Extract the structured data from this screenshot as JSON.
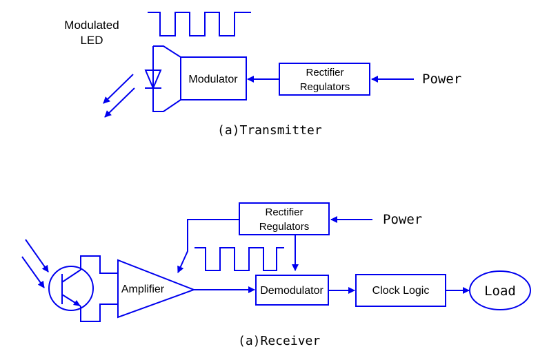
{
  "transmitter": {
    "led_label_line1": "Modulated",
    "led_label_line2": "LED",
    "modulator": "Modulator",
    "rectifier_line1": "Rectifier",
    "rectifier_line2": "Regulators",
    "power": "Power",
    "caption": "(a)Transmitter"
  },
  "receiver": {
    "rectifier_line1": "Rectifier",
    "rectifier_line2": "Regulators",
    "power": "Power",
    "amplifier": "Amplifier",
    "demodulator": "Demodulator",
    "clock_logic": "Clock Logic",
    "load": "Load",
    "caption": "(a)Receiver"
  },
  "colors": {
    "wire": "#0000ee",
    "text": "#000000",
    "background": "#ffffff"
  }
}
